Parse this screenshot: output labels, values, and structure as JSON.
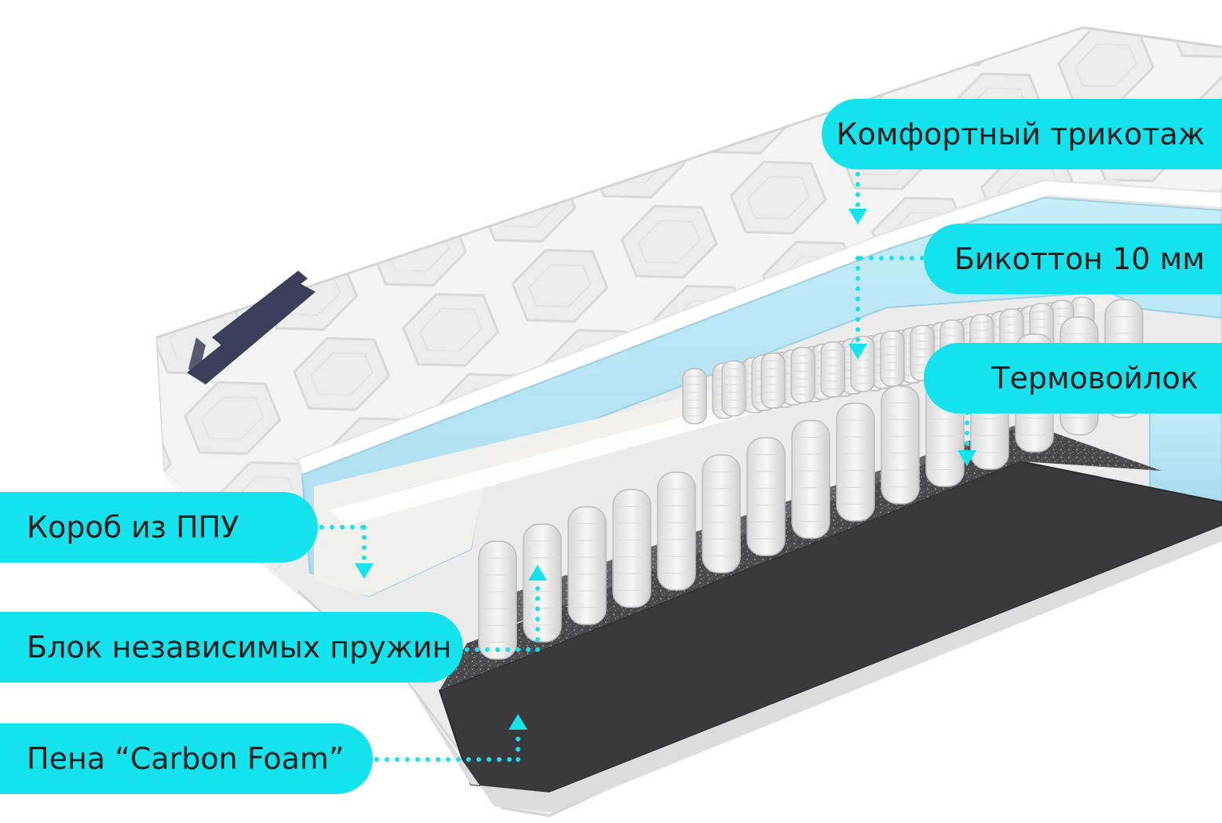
{
  "callouts": {
    "knit": "Комфортный трикотаж",
    "bicotton": "Бикоттон 10 мм",
    "felt": "Термовойлок",
    "foam_box": "Короб из ППУ",
    "spring_block": "Блок независимых пружин",
    "carbon_foam": "Пена “Carbon Foam”"
  },
  "colors": {
    "callout_bg": "#14e3ee",
    "pointer": "#14e3ee",
    "foam": "#b7e4f3",
    "carbon": "#3a3a3c",
    "felt": "#4a4a4d",
    "cover": "#f3f3f3",
    "corner_tag": "#3c3f5a"
  }
}
